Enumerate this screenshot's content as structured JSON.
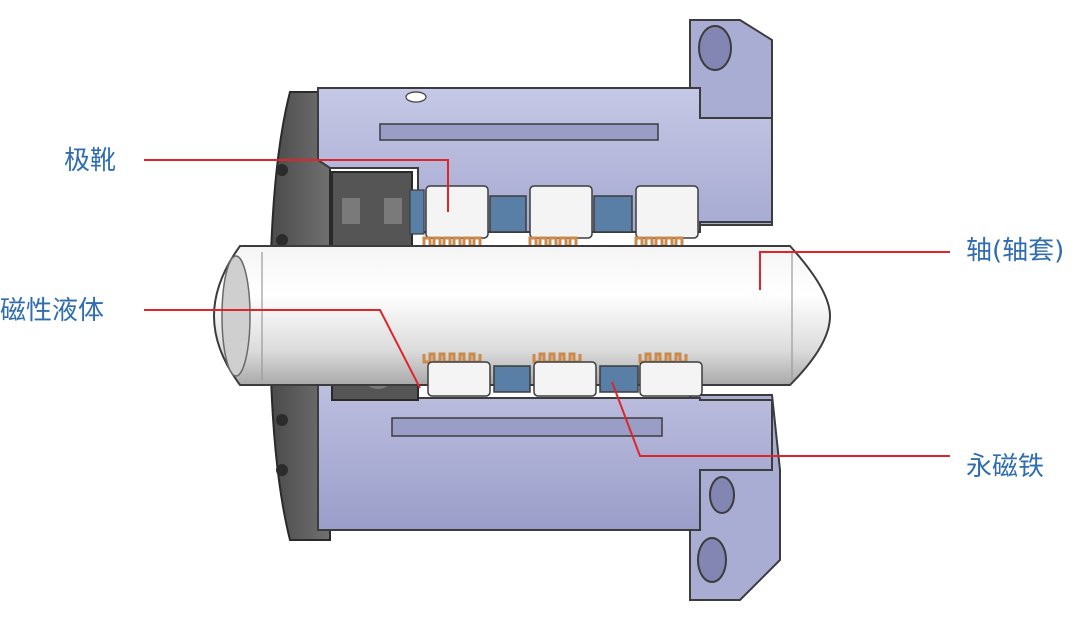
{
  "colors": {
    "label_text": "#2f6db0",
    "leader_line": "#e0252a",
    "housing": "#b7b9dc",
    "housing_dark": "#8f92bb",
    "shaft": "#d9d9d9",
    "end_cap": "#4a4a4a",
    "pole_shoe": "#f2f2f2",
    "magnet": "#5a7fa6",
    "ferrofluid": "#c98a4b"
  },
  "labels": {
    "pole_shoe": "极靴",
    "magnetic_fluid": "磁性液体",
    "shaft": "轴(轴套)",
    "permanent_magnet": "永磁铁"
  }
}
